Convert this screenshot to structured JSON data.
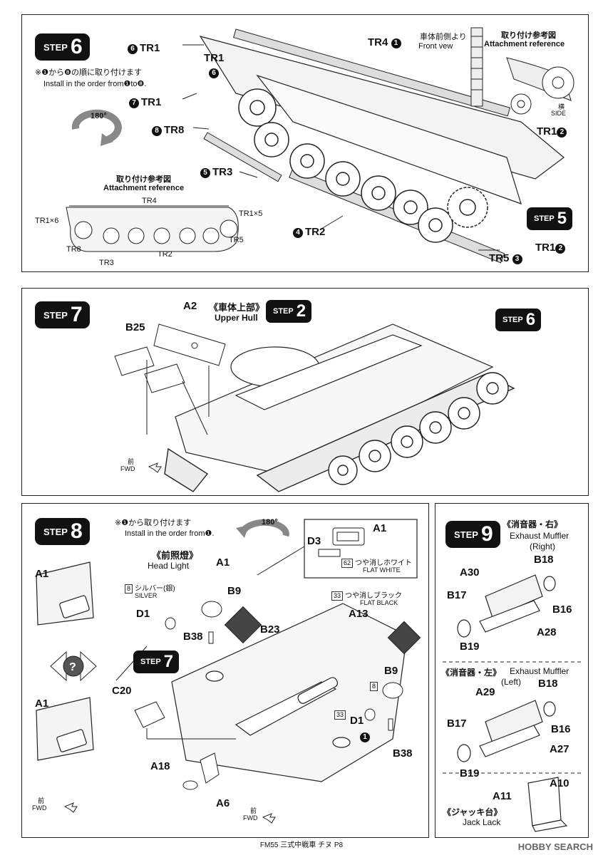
{
  "step6": {
    "badge_word": "STEP",
    "badge_num": "6",
    "note_jp": "※❶から❽の順に取り付けます",
    "note_en": "Install in the order from❶to❽.",
    "rotate": "180°",
    "front_view_jp": "車体前側より",
    "front_view_en": "Front vew",
    "attach_ref_jp": "取り付け参考図",
    "attach_ref_en": "Attachment reference",
    "side_jp": "横",
    "side_en": "SIDE",
    "labels": {
      "tr1_a": "TR1",
      "tr1_b": "TR1",
      "tr1_c": "TR1",
      "tr8": "TR8",
      "tr3": "TR3",
      "tr2": "TR2",
      "tr4": "TR4",
      "tr5": "TR5",
      "tr1_r1": "TR1",
      "tr1_r2": "TR1"
    },
    "nums": {
      "n6a": "6",
      "n6b": "6",
      "n7": "7",
      "n8": "8",
      "n5": "5",
      "n4": "4",
      "n1": "1",
      "n2a": "2",
      "n2b": "2",
      "n3": "3"
    },
    "ref_jp": "取り付け参考図",
    "ref_en": "Attachment reference",
    "ref_labels": {
      "tr4": "TR4",
      "tr1x6": "TR1×6",
      "tr1x5": "TR1×5",
      "tr5": "TR5",
      "tr8": "TR8",
      "tr2": "TR2",
      "tr3": "TR3"
    },
    "step5_word": "STEP",
    "step5_num": "5"
  },
  "step7": {
    "badge_word": "STEP",
    "badge_num": "7",
    "a2": "A2",
    "b25": "B25",
    "upper_hull_jp": "《車体上部》",
    "upper_hull_en": "Upper Hull",
    "step2_word": "STEP",
    "step2_num": "2",
    "step6_word": "STEP",
    "step6_num": "6",
    "fwd_jp": "前",
    "fwd_en": "FWD"
  },
  "step8": {
    "badge_word": "STEP",
    "badge_num": "8",
    "note_jp": "※❶から取り付けます",
    "note_en": "Install in the order from❶.",
    "rotate": "180°",
    "headlight_jp": "《前照燈》",
    "headlight_en": "Head Light",
    "silver_num": "8",
    "silver_jp": "シルバー(銀)",
    "silver_en": "SILVER",
    "flat_white_num": "62",
    "flat_white_jp": "つや消しホワイト",
    "flat_white_en": "FLAT WHITE",
    "flat_black_num": "33",
    "flat_black_jp": "つや消しブラック",
    "flat_black_en": "FLAT BLACK",
    "parts": {
      "a1_top": "A1",
      "a1_inset": "A1",
      "d3": "D3",
      "b9_l": "B9",
      "d1_l": "D1",
      "b38_l": "B38",
      "b23": "B23",
      "a13": "A13",
      "b9_r": "B9",
      "d1_r": "D1",
      "b38_r": "B38",
      "c20": "C20",
      "a18": "A18",
      "a6": "A6",
      "a1_s1": "A1",
      "a1_s2": "A1",
      "q33": "33",
      "q8": "8"
    },
    "step7_word": "STEP",
    "step7_num": "7",
    "fwd_jp": "前",
    "fwd_en": "FWD",
    "fwd2_jp": "前",
    "fwd2_en": "FWD",
    "one": "1"
  },
  "step9": {
    "badge_word": "STEP",
    "badge_num": "9",
    "right_jp": "《消音器・右》",
    "right_en": "Exhaust Muffler",
    "right_en2": "(Right)",
    "left_jp": "《消音器・左》",
    "left_en": "Exhaust Muffler",
    "left_en2": "(Left)",
    "jack_jp": "《ジャッキ台》",
    "jack_en": "Jack Lack",
    "parts": {
      "a30": "A30",
      "b18a": "B18",
      "b17a": "B17",
      "b16a": "B16",
      "a28": "A28",
      "b19a": "B19",
      "a29": "A29",
      "b18b": "B18",
      "b17b": "B17",
      "b16b": "B16",
      "a27": "A27",
      "b19b": "B19",
      "a10": "A10",
      "a11": "A11"
    }
  },
  "footer": "FM55 三式中戦車 チヌ P8",
  "watermark": "HOBBY SEARCH"
}
